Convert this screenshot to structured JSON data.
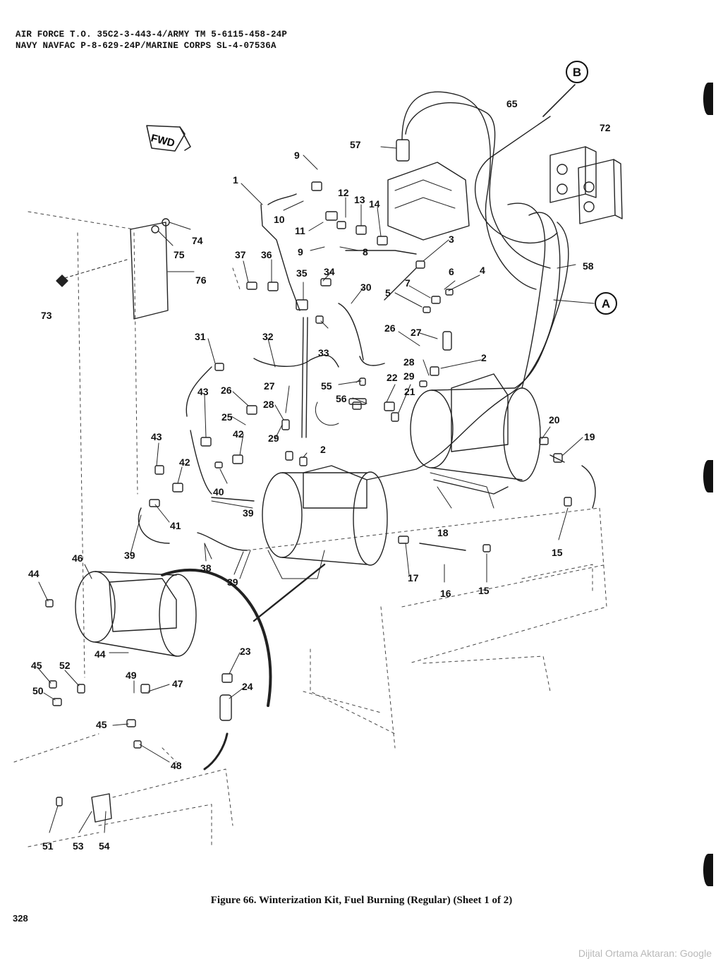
{
  "header": {
    "line1": "AIR FORCE T.O. 35C2-3-443-4/ARMY TM 5-6115-458-24P",
    "line2": "NAVY NAVFAC P-8-629-24P/MARINE CORPS SL-4-07536A"
  },
  "diagram": {
    "direction_label": "FWD",
    "circle_labels": [
      "B",
      "A"
    ],
    "callouts": [
      "1",
      "2",
      "2",
      "3",
      "4",
      "5",
      "6",
      "7",
      "8",
      "9",
      "9",
      "10",
      "11",
      "12",
      "13",
      "14",
      "15",
      "15",
      "16",
      "17",
      "18",
      "19",
      "20",
      "21",
      "22",
      "23",
      "24",
      "25",
      "26",
      "26",
      "27",
      "27",
      "28",
      "28",
      "29",
      "29",
      "30",
      "31",
      "32",
      "33",
      "34",
      "35",
      "36",
      "37",
      "38",
      "39",
      "39",
      "39",
      "40",
      "41",
      "42",
      "42",
      "43",
      "43",
      "44",
      "44",
      "45",
      "45",
      "46",
      "47",
      "48",
      "49",
      "50",
      "51",
      "52",
      "53",
      "54",
      "55",
      "56",
      "57",
      "58",
      "65",
      "72",
      "73",
      "74",
      "75",
      "76"
    ]
  },
  "caption": "Figure 66.   Winterization Kit, Fuel Burning (Regular) (Sheet 1 of 2)",
  "page_number": "328",
  "watermark": "Dijital Ortama Aktaran: Google"
}
